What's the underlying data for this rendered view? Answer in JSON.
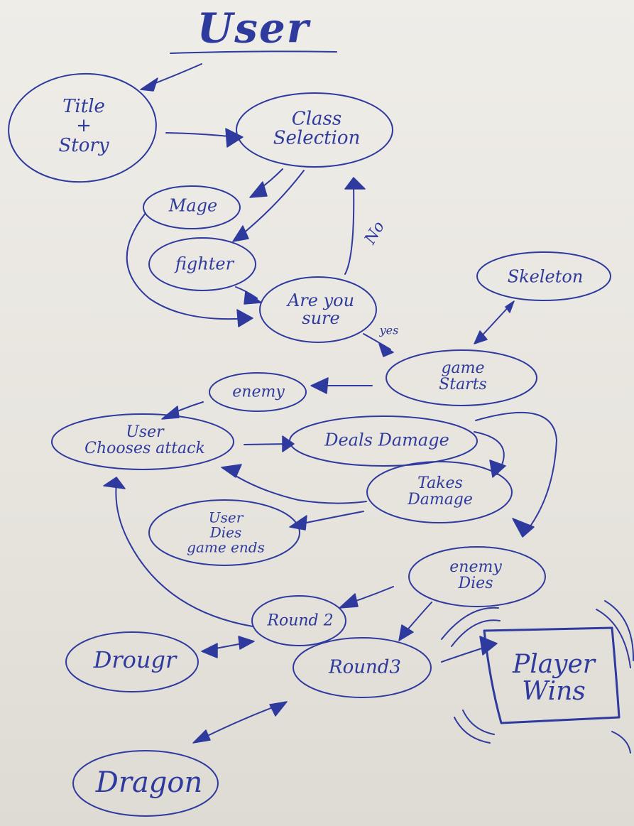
{
  "title": "User",
  "nodes": {
    "title_story": "Title\n+\nStory",
    "class_selection": "Class\nSelection",
    "mage": "Mage",
    "fighter": "fighter",
    "are_you_sure": "Are you\nsure",
    "skeleton": "Skeleton",
    "game_starts": "game\nStarts",
    "enemy": "enemy",
    "user_chooses_attack": "User\nChooses attack",
    "deals_damage": "Deals Damage",
    "takes_damage": "Takes\nDamage",
    "user_dies": "User\nDies\ngame ends",
    "enemy_dies": "enemy\nDies",
    "round2": "Round 2",
    "drougr": "Drougr",
    "round3": "Round3",
    "player_wins": "Player\nWins",
    "dragon": "Dragon"
  },
  "edge_labels": {
    "no": "No",
    "yes": "yes"
  },
  "colors": {
    "ink": "#2f3a9e",
    "paper": "#ece9e3"
  }
}
